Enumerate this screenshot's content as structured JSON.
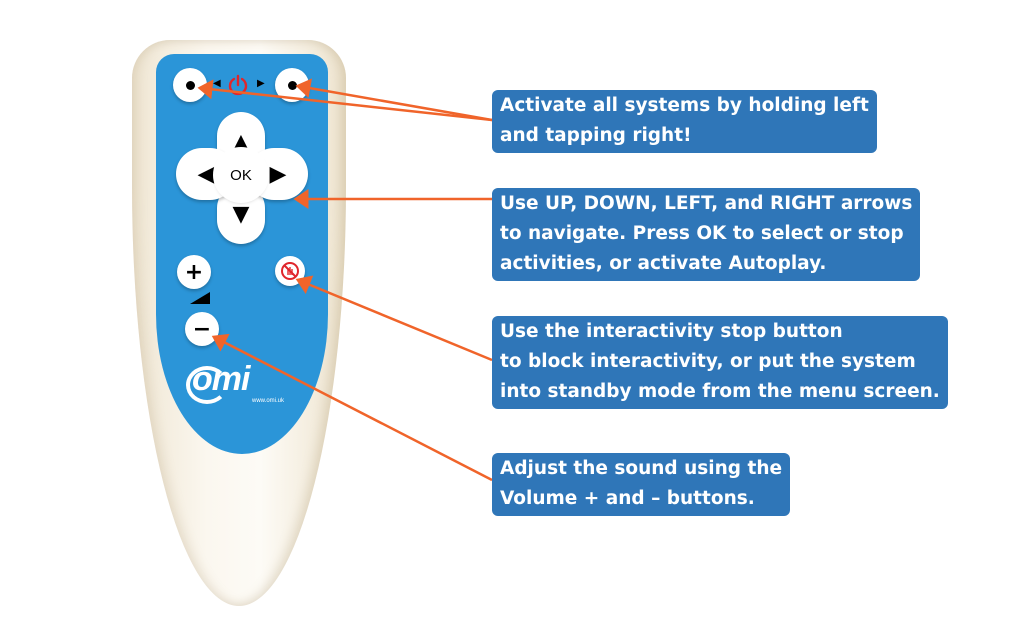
{
  "remote": {
    "ok_label": "OK",
    "logo_text": "omi",
    "url_text": "www.omi.uk"
  },
  "icons": {
    "left_dot": "dot-button",
    "right_dot": "dot-button",
    "power": "power-icon",
    "up": "arrow-up-icon",
    "down": "arrow-down-icon",
    "left": "arrow-left-icon",
    "right": "arrow-right-icon",
    "plus": "plus-icon",
    "minus": "minus-icon",
    "stop": "interactivity-stop-icon"
  },
  "callouts": [
    {
      "lines": [
        "Activate all systems by holding left",
        "and tapping right!"
      ]
    },
    {
      "lines": [
        "Use UP, DOWN, LEFT, and RIGHT arrows",
        "to navigate. Press OK to select or stop",
        "activities, or activate Autoplay."
      ]
    },
    {
      "lines": [
        "Use the interactivity stop button",
        "to block interactivity, or put the system",
        "into standby mode from the menu screen."
      ]
    },
    {
      "lines": [
        "Adjust the sound using the",
        "Volume + and – buttons."
      ]
    }
  ],
  "colors": {
    "callout_bg": "#2f76b8",
    "panel_blue": "#2b95d8",
    "arrow_orange": "#f0642a",
    "power_red": "#e0262c"
  }
}
